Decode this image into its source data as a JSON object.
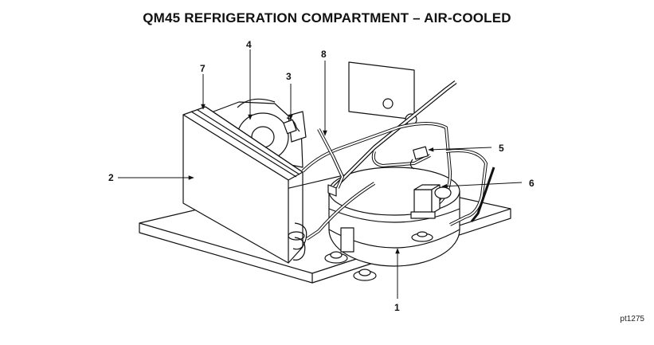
{
  "title": "QM45 REFRIGERATION COMPARTMENT – AIR-COOLED",
  "reference": "pt1275",
  "callouts": {
    "c1": "1",
    "c2": "2",
    "c3": "3",
    "c4": "4",
    "c5": "5",
    "c6": "6",
    "c7": "7",
    "c8": "8"
  }
}
